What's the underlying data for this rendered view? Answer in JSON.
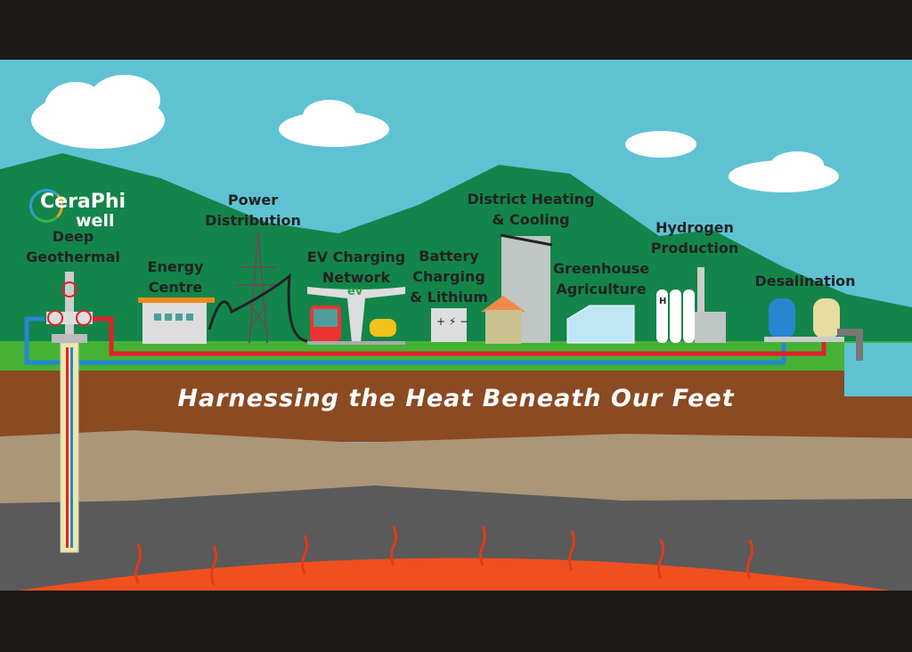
{
  "logo": {
    "name": "CeraPhi",
    "suffix": "well"
  },
  "title": "Harnessing the Heat Beneath Our Feet",
  "labels": {
    "deep_geothermal": [
      "Deep",
      "Geothermal"
    ],
    "energy_centre": [
      "Energy",
      "Centre"
    ],
    "power_distribution": [
      "Power",
      "Distribution"
    ],
    "ev_charging": [
      "EV Charging",
      "Network"
    ],
    "battery": [
      "Battery",
      "Charging",
      "& Lithium"
    ],
    "district_heating": [
      "District Heating",
      "& Cooling"
    ],
    "greenhouse": [
      "Greenhouse",
      "Agriculture"
    ],
    "hydrogen": [
      "Hydrogen",
      "Production"
    ],
    "desalination": [
      "Desalination"
    ]
  },
  "ev_sign": "ev",
  "hydrogen_tank_letter": "H",
  "colors": {
    "sky": "#5fc2d3",
    "mountain": "#13854a",
    "grass": "#45b234",
    "hot_pipe": "#e3202a",
    "cold_pipe": "#2687d0",
    "soil": "#8a4a22",
    "rock": "#ab9677",
    "mantle": "#5a5a5a",
    "magma": "#f0501f"
  }
}
